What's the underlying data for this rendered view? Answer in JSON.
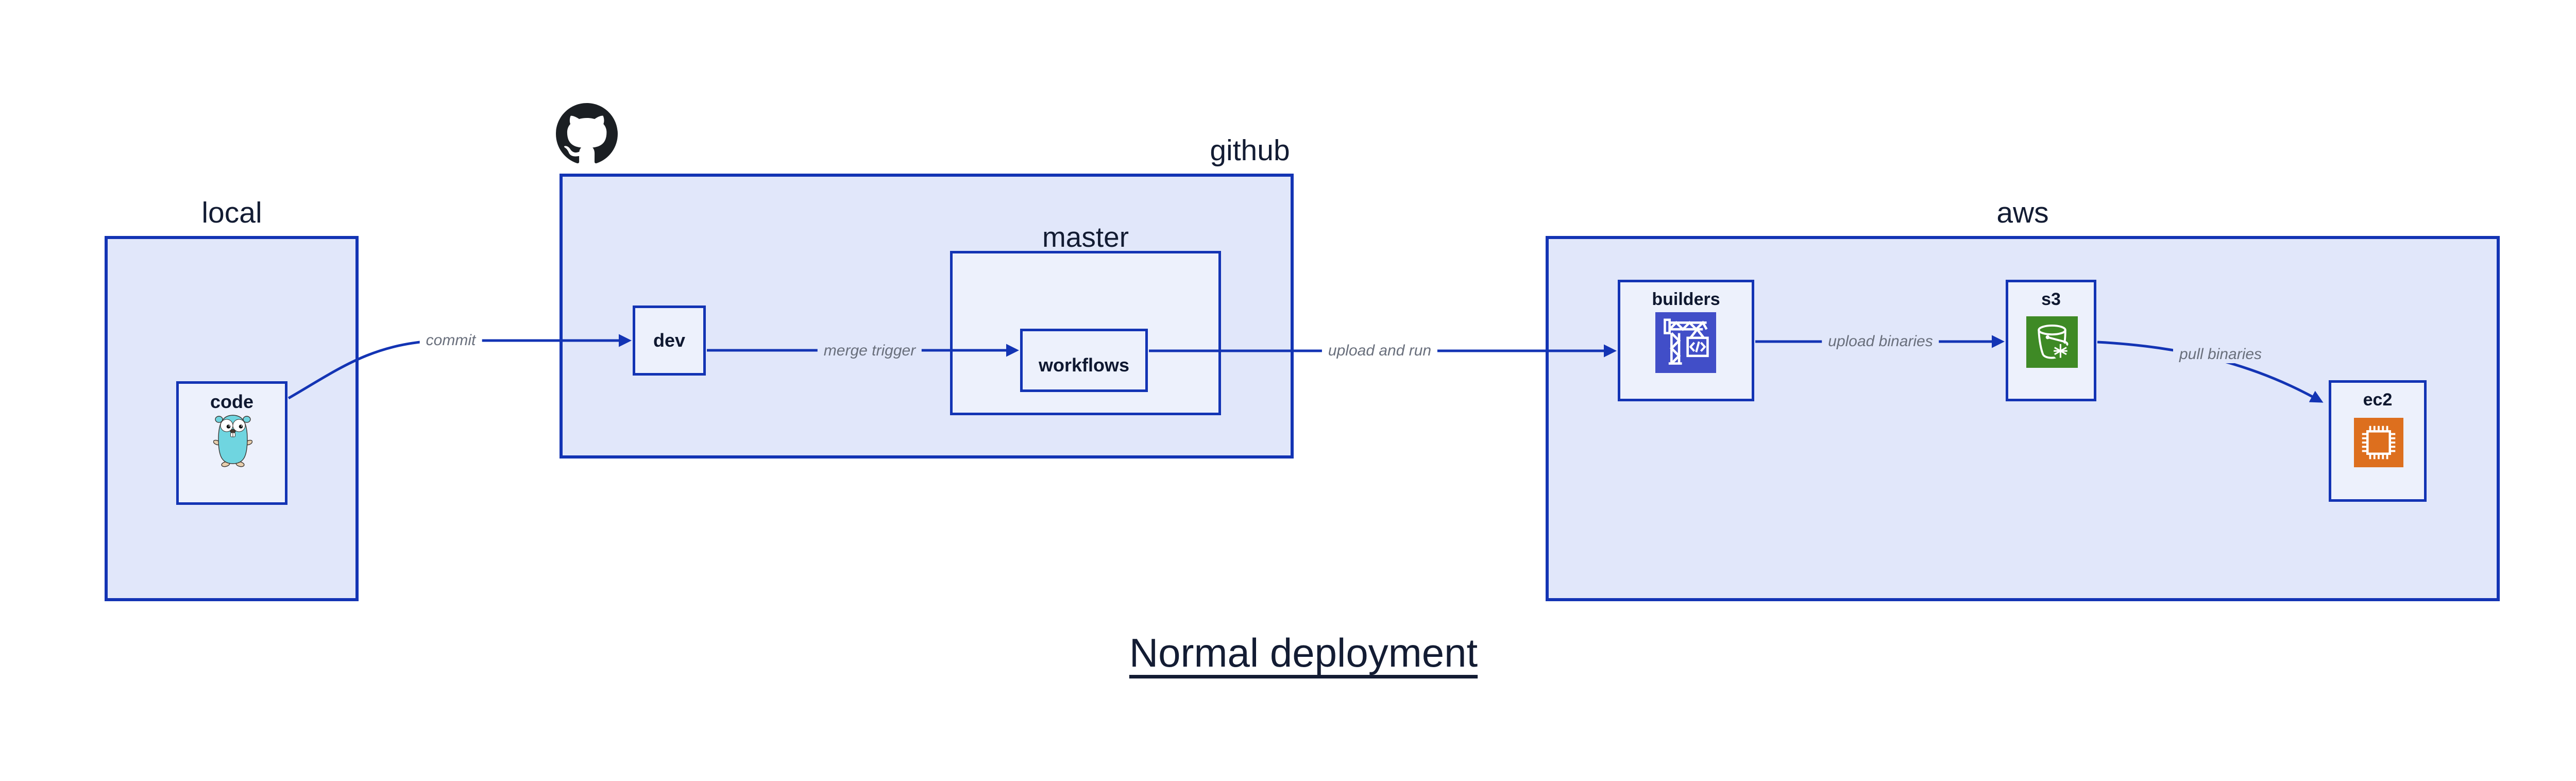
{
  "page": {
    "title": "Normal deployment",
    "background": "#ffffff"
  },
  "colors": {
    "line_blue": "#1334b4",
    "region_fill": "#e1e7fa",
    "node_fill": "#edf1fc",
    "label_navy": "#131c33",
    "edge_label_gray": "#696f7c",
    "codebuild_indigo": "#414ec8",
    "s3_green": "#3e8a25",
    "ec2_orange": "#dd6f1e",
    "gopher_cyan": "#6fd5e0",
    "github_black": "#1b1f23"
  },
  "regions": {
    "local": {
      "label": "local"
    },
    "github": {
      "label": "github"
    },
    "master": {
      "label": "master"
    },
    "aws": {
      "label": "aws"
    }
  },
  "nodes": {
    "code": {
      "label": "code",
      "icon": "go-gopher-icon"
    },
    "dev": {
      "label": "dev"
    },
    "workflows": {
      "label": "workflows"
    },
    "builders": {
      "label": "builders",
      "icon": "aws-codebuild-icon"
    },
    "s3": {
      "label": "s3",
      "icon": "aws-s3-bucket-icon"
    },
    "ec2": {
      "label": "ec2",
      "icon": "aws-ec2-chip-icon"
    }
  },
  "edges": [
    {
      "from": "code",
      "to": "dev",
      "label": "commit"
    },
    {
      "from": "dev",
      "to": "workflows",
      "label": "merge trigger"
    },
    {
      "from": "workflows",
      "to": "builders",
      "label": "upload and run"
    },
    {
      "from": "builders",
      "to": "s3",
      "label": "upload binaries"
    },
    {
      "from": "s3",
      "to": "ec2",
      "label": "pull binaries"
    }
  ],
  "icons": {
    "github_logo": "github-octocat-logo"
  }
}
